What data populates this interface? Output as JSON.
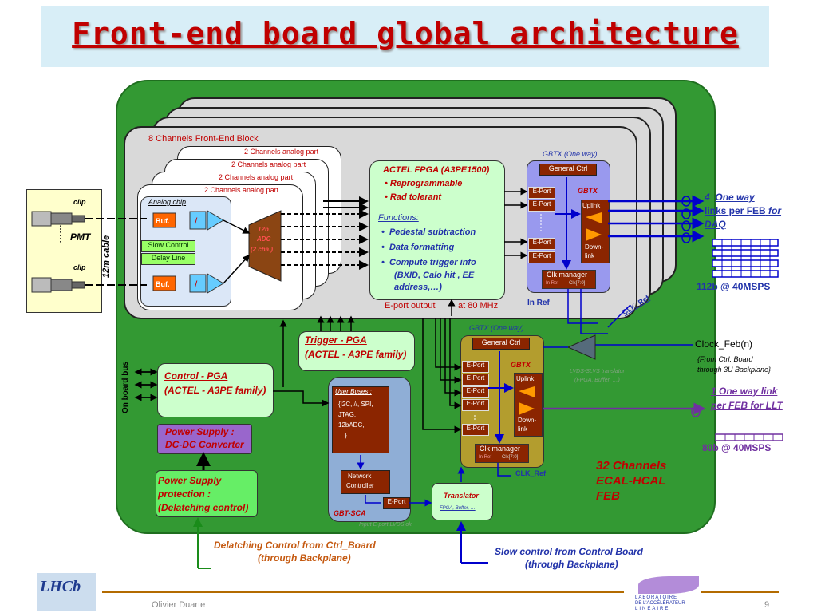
{
  "title": "Front-end board global architecture",
  "pmt": {
    "clip_top": "clip",
    "pmt": "PMT",
    "dots": "……",
    "clip_bottom": "clip",
    "cable": "12m cable"
  },
  "block8": {
    "label": "8 Channels Front-End Block"
  },
  "analog": {
    "part1": "2 Channels analog part",
    "part2": "2 Channels analog part",
    "part3": "2 Channels analog part",
    "part4": "2 Channels analog part",
    "chip": "Analog chip",
    "buf1": "Buf.",
    "buf2": "Buf.",
    "div1": "/",
    "div2": "/",
    "slow": "Slow Control",
    "delay": "Delay Line"
  },
  "adc": {
    "l1": "12b",
    "l2": "ADC",
    "l3": "(2 cha.)"
  },
  "fpga": {
    "title": "ACTEL FPGA (A3PE1500)",
    "b1": "Reprogrammable",
    "b2": "Rad tolerant",
    "functions": "Functions:",
    "f1": "Pedestal subtraction",
    "f2": "Data formatting",
    "f3": "Compute trigger info",
    "f3b": "(BXID, Calo hit , EE",
    "f3c": "address,…)",
    "eport": "E-port output",
    "freq": "at 80 MHz"
  },
  "gbtx1": {
    "caption": "GBTX (One way)",
    "general": "General Ctrl",
    "eport": "E-Port",
    "name": "GBTX",
    "uplink": "Uplink",
    "down1": "Down-",
    "down2": "link",
    "clk": "Clk manager",
    "inref": "In Ref",
    "clkbus": "Clk[7:0]",
    "inref_out": "In Ref",
    "clkref": "CLK_Ref"
  },
  "daq": {
    "l1a": "4",
    "l1b": "One  way",
    "l2a": "links per FEB",
    "l2b": "for",
    "l3": "DAQ",
    "rate": "112b @ 40MSPS"
  },
  "clockfeb": {
    "label": "Clock_Feb(n)",
    "c1": "{From Ctrl. Board",
    "c2": "through 3U Backplane}",
    "lvds1": "LVDS-SLVS translator",
    "lvds2": "(FPGA, Buffer, …)"
  },
  "llt": {
    "l1": "1  One  way link",
    "l2": "per FEB for LLT",
    "rate": "80b @ 40MSPS"
  },
  "trigger": {
    "l1": "Trigger - PGA",
    "l2": "(ACTEL - A3PE family)"
  },
  "control": {
    "l1": "Control - PGA",
    "l2": "(ACTEL - A3PE family)",
    "bus": "On board bus"
  },
  "ps": {
    "l1": "Power Supply :",
    "l2": "DC-DC Converter"
  },
  "psp": {
    "l1": "Power Supply",
    "l2": "protection :",
    "l3": "(Delatching control)"
  },
  "sca": {
    "userbus": "User  Buses :",
    "i1": "{I2C, //, SPI,",
    "i2": "JTAG,",
    "i3": "12bADC,",
    "i4": "…}",
    "net1": "Network",
    "net2": "Controller",
    "eport": "E-Port",
    "name": "GBT-SCA",
    "input": "Input E-port LVDS ok"
  },
  "gbtx2": {
    "caption": "GBTX (One way)",
    "general": "General Ctrl",
    "eport": "E-Port",
    "name": "GBTX",
    "uplink": "Uplink",
    "down1": "Down-",
    "down2": "link",
    "clk": "Clk manager",
    "inref": "In Ref",
    "clkbus": "Clk[7:0]",
    "clkref": "CLK_Ref"
  },
  "translator": {
    "l1": "Translator",
    "l2": "FPGA, Buffer, …"
  },
  "feb32": {
    "l1": "32 Channels",
    "l2": "ECAL-HCAL",
    "l3": "FEB"
  },
  "bottom": {
    "delatch1": "Delatching   Control from Ctrl_Board",
    "delatch2": "(through Backplane)",
    "slow1": "Slow control from Control Board",
    "slow2": "(through Backplane)"
  },
  "footer": {
    "author": "Olivier Duarte",
    "page": "9",
    "logo_left": "LHCb",
    "lal1": "LABORATOIRE",
    "lal2": "DE L'ACCÉLÉRATEUR",
    "lal3": "LINÉAIRE"
  }
}
